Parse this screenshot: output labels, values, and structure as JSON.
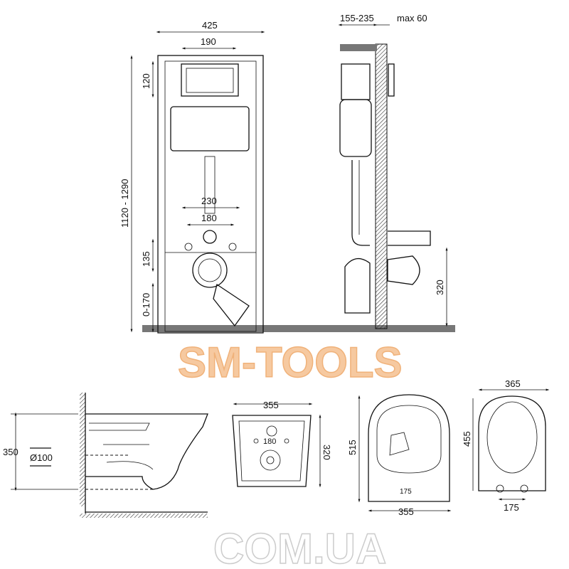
{
  "frame_front": {
    "width": "425",
    "button_width": "190",
    "button_height": "120",
    "height_range": "1120 - 1290",
    "studs_outer": "230",
    "studs_inner": "180",
    "drain_height": "135",
    "foot_adjust": "0-170"
  },
  "frame_side": {
    "depth": "155-235",
    "wall": "max 60",
    "drain_level": "320"
  },
  "bowl_side": {
    "height": "350",
    "pipe_diameter": "Ø100"
  },
  "bowl_back": {
    "width": "355",
    "bolt_spacing": "180",
    "height": "320"
  },
  "bowl_top": {
    "length": "515",
    "bolt_spacing": "175",
    "width": "355"
  },
  "seat": {
    "width": "365",
    "length": "455",
    "hinge_spacing": "175"
  },
  "watermark": {
    "line1": "SM-TOOLS",
    "line2": "COM.UA"
  }
}
